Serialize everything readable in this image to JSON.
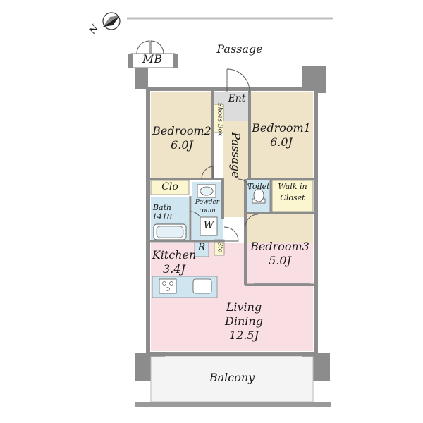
{
  "title": "",
  "compass": {
    "letter": "N"
  },
  "labels": {
    "mb": "MB",
    "passage_top": "Passage",
    "ent": "Ent",
    "shoes_box": "Shoes Box",
    "passage_inner": "Passage",
    "bedroom2_name": "Bedroom2",
    "bedroom2_size": "6.0J",
    "bedroom1_name": "Bedroom1",
    "bedroom1_size": "6.0J",
    "clo": "Clo",
    "toilet": "Toilet",
    "walk_in_closet_1": "Walk in",
    "walk_in_closet_2": "Closet",
    "bath_name": "Bath",
    "bath_size": "1418",
    "powder_room_1": "Powder",
    "powder_room_2": "room",
    "washer": "W",
    "refrigerator": "R",
    "sto": "Sto",
    "kitchen_name": "Kitchen",
    "kitchen_size": "3.4J",
    "bedroom3_name": "Bedroom3",
    "bedroom3_size": "5.0J",
    "living_1": "Living",
    "living_2": "Dining",
    "living_size": "12.5J",
    "balcony": "Balcony"
  },
  "colors": {
    "wall": "#8c8c8c",
    "bedroom": "#efe3c8",
    "wet": "#cfe6f1",
    "living": "#f9dfe4",
    "closet": "#fbf6cf",
    "entrance": "#dcdcdc",
    "balcony": "#f4f4f4"
  }
}
